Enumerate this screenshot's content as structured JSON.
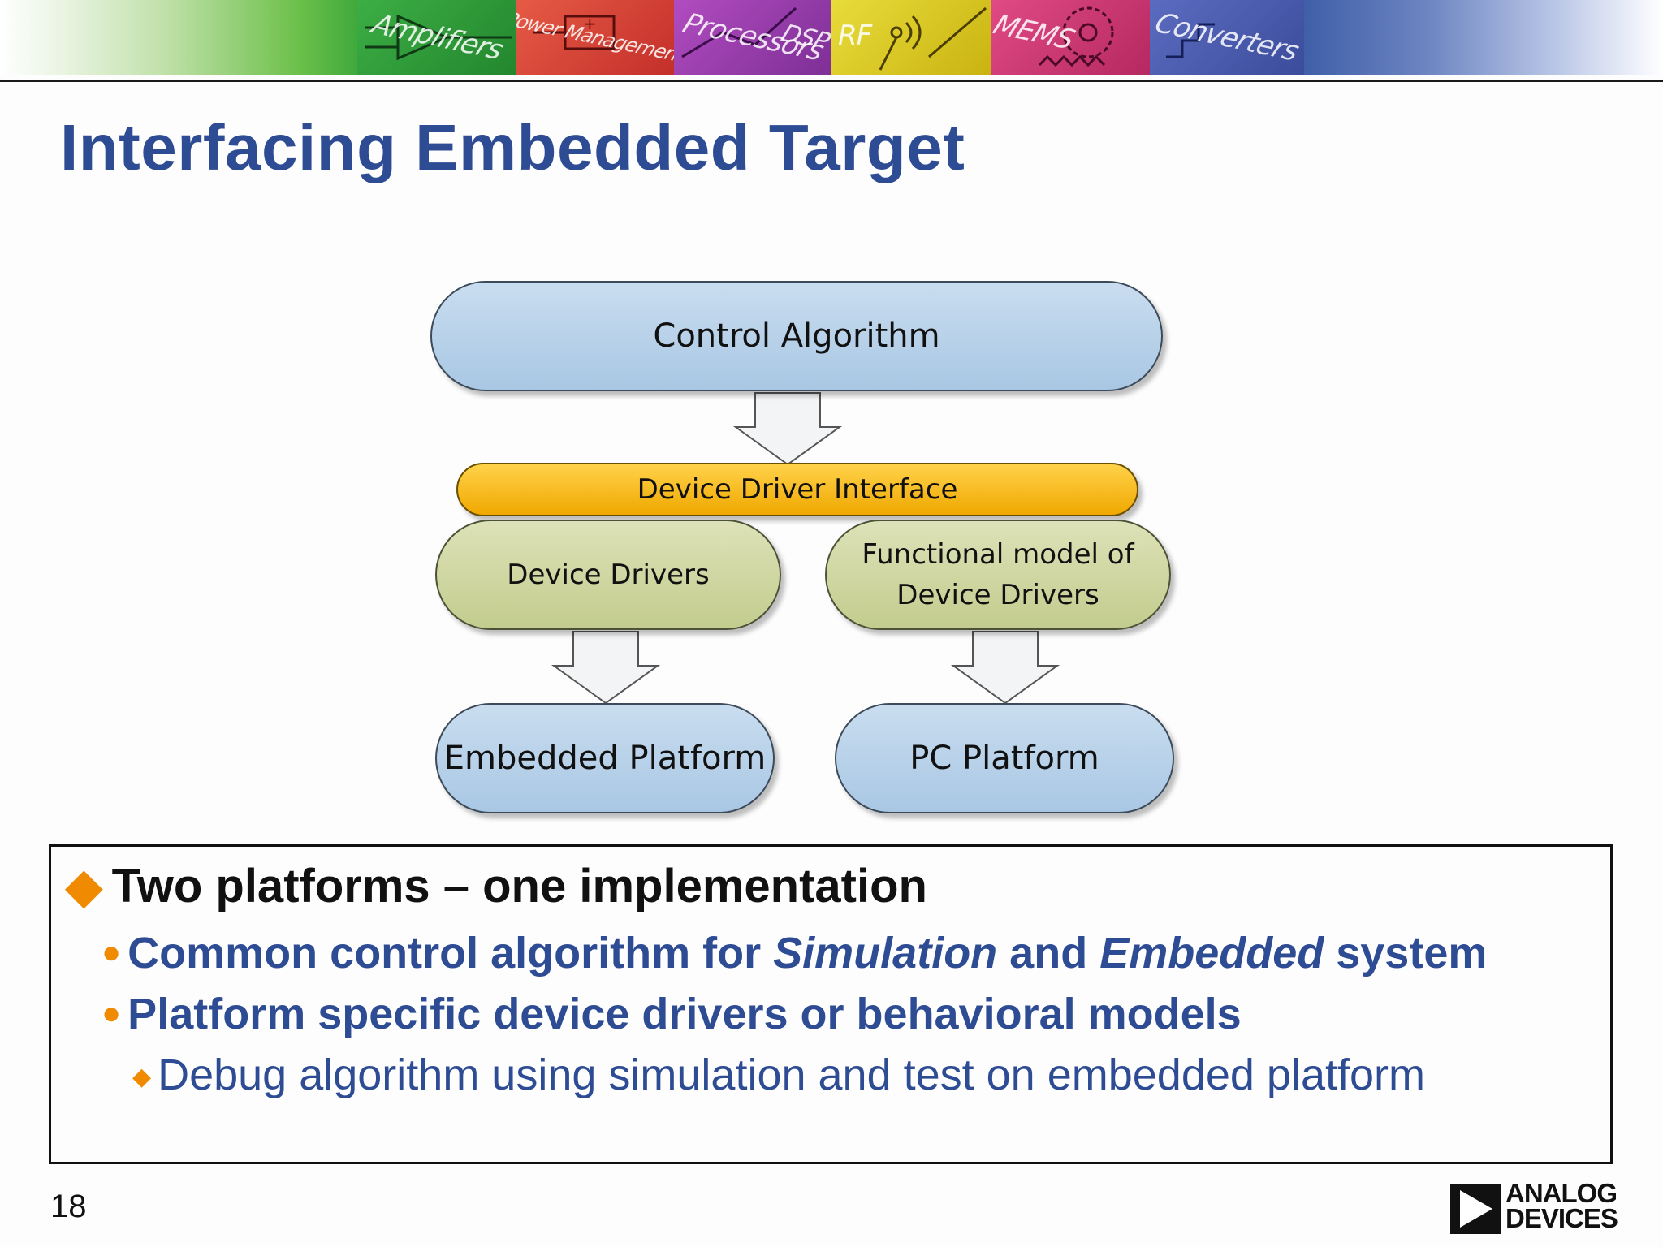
{
  "banner": {
    "tiles": [
      {
        "label": "Amplifiers",
        "color": "#2f9a3a",
        "icon": "amplifier-icon"
      },
      {
        "label": "Power Management",
        "color": "#d8443a",
        "icon": "power-management-icon"
      },
      {
        "label": "Processors",
        "color": "#a03aa8",
        "icon": "processor-icon"
      },
      {
        "label": "DSP",
        "color": "#7a4ab8",
        "icon": "dsp-icon"
      },
      {
        "label": "RF",
        "color": "#d6c21a",
        "icon": "rf-icon"
      },
      {
        "label": "MEMS",
        "color": "#d8347a",
        "icon": "mems-icon"
      },
      {
        "label": "Converters",
        "color": "#4a5cb0",
        "icon": "converter-icon"
      }
    ]
  },
  "title": "Interfacing Embedded Target",
  "diagram": {
    "control_algorithm": "Control Algorithm",
    "device_driver_interface": "Device Driver Interface",
    "device_drivers": "Device Drivers",
    "functional_model_line1": "Functional model of",
    "functional_model_line2": "Device Drivers",
    "embedded_platform": "Embedded Platform",
    "pc_platform": "PC Platform"
  },
  "bullets": {
    "l1": "Two platforms – one implementation",
    "l2_a": "Common control algorithm for ",
    "l2_b": "Simulation",
    "l2_c": " and ",
    "l2_d": "Embedded",
    "l2_e": " system",
    "l3": "Platform specific device drivers or behavioral models",
    "l4": "Debug algorithm using simulation and test on embedded platform"
  },
  "footer": {
    "page_number": "18",
    "logo_line1": "ANALOG",
    "logo_line2": "DEVICES"
  }
}
